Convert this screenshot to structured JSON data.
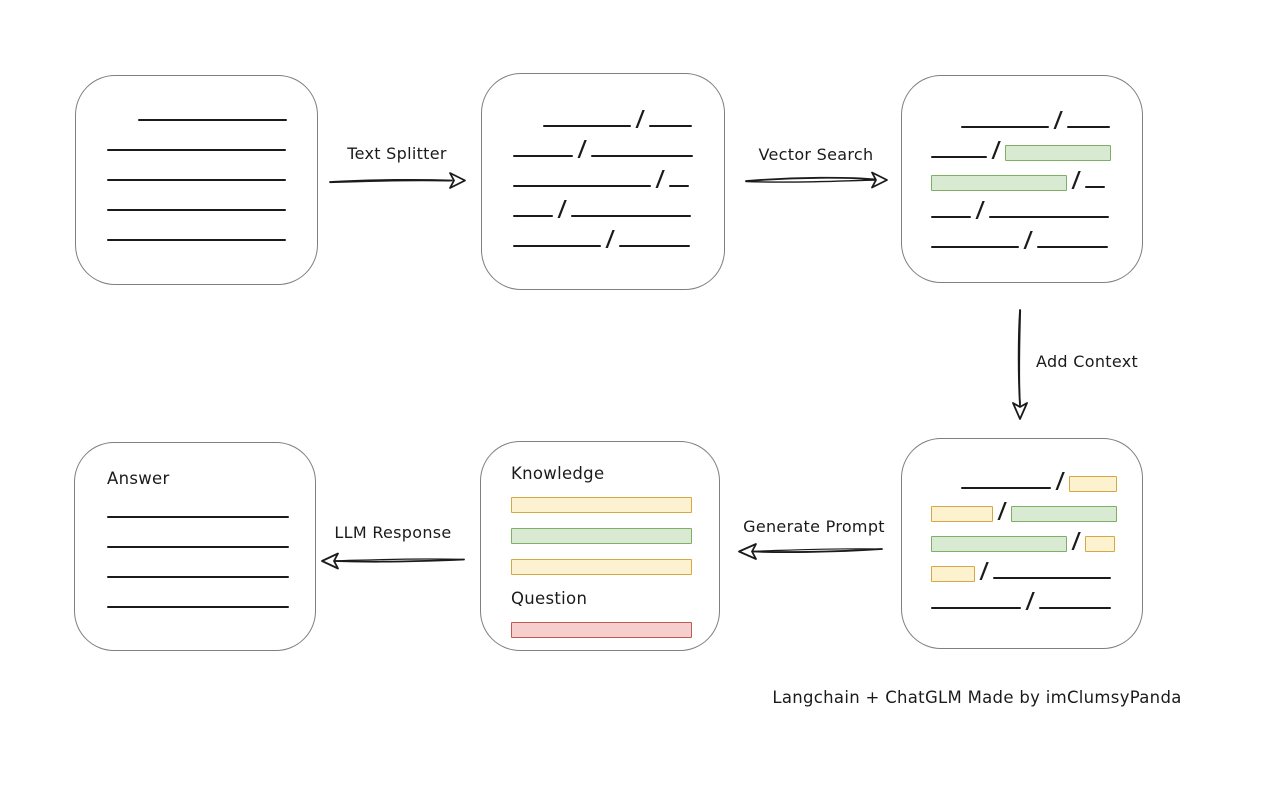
{
  "colors": {
    "canvas-bg": "#ffffff",
    "box-border": "#7f7f7f",
    "stroke": "#1b1b1b",
    "green-fill": "#d9ead3",
    "green-stroke": "#7fae65",
    "yellow-fill": "#fcf2cf",
    "yellow-stroke": "#d6a844",
    "red-fill": "#f6cfcd",
    "red-stroke": "#bb5b57"
  },
  "arrows": {
    "text_splitter": {
      "label": "Text Splitter",
      "direction": "right"
    },
    "vector_search": {
      "label": "Vector Search",
      "direction": "right"
    },
    "add_context": {
      "label": "Add Context",
      "direction": "down"
    },
    "generate_prompt": {
      "label": "Generate Prompt",
      "direction": "left"
    },
    "llm_response": {
      "label": "LLM Response",
      "direction": "left"
    }
  },
  "footer": {
    "credit": "Langchain + ChatGLM Made by imClumsyPanda"
  },
  "boxes": {
    "document": {
      "rows": [
        {
          "items": [
            {
              "k": "gap",
              "w": 31
            },
            {
              "k": "line",
              "w": 149
            }
          ]
        },
        {
          "items": [
            {
              "k": "line",
              "w": 179
            }
          ]
        },
        {
          "items": [
            {
              "k": "line",
              "w": 179
            }
          ]
        },
        {
          "items": [
            {
              "k": "line",
              "w": 179
            }
          ]
        },
        {
          "items": [
            {
              "k": "line",
              "w": 179
            }
          ]
        }
      ]
    },
    "split_text": {
      "rows": [
        {
          "items": [
            {
              "k": "gap",
              "w": 30
            },
            {
              "k": "line",
              "w": 88
            },
            {
              "k": "slash"
            },
            {
              "k": "line",
              "w": 43
            }
          ]
        },
        {
          "items": [
            {
              "k": "line",
              "w": 60
            },
            {
              "k": "slash"
            },
            {
              "k": "line",
              "w": 102
            }
          ]
        },
        {
          "items": [
            {
              "k": "line",
              "w": 138
            },
            {
              "k": "slash"
            },
            {
              "k": "line",
              "w": 20
            }
          ]
        },
        {
          "items": [
            {
              "k": "line",
              "w": 40
            },
            {
              "k": "slash"
            },
            {
              "k": "line",
              "w": 120
            }
          ]
        },
        {
          "items": [
            {
              "k": "line",
              "w": 88
            },
            {
              "k": "slash"
            },
            {
              "k": "line",
              "w": 71
            }
          ]
        }
      ]
    },
    "vector_matches": {
      "rows": [
        {
          "items": [
            {
              "k": "gap",
              "w": 30
            },
            {
              "k": "line",
              "w": 88
            },
            {
              "k": "slash"
            },
            {
              "k": "line",
              "w": 43
            }
          ]
        },
        {
          "items": [
            {
              "k": "line",
              "w": 56
            },
            {
              "k": "slash"
            },
            {
              "k": "rect",
              "c": "green",
              "w": 104
            }
          ]
        },
        {
          "items": [
            {
              "k": "rect",
              "c": "green",
              "w": 134
            },
            {
              "k": "slash"
            },
            {
              "k": "line",
              "w": 20
            }
          ]
        },
        {
          "items": [
            {
              "k": "line",
              "w": 40
            },
            {
              "k": "slash"
            },
            {
              "k": "line",
              "w": 120
            }
          ]
        },
        {
          "items": [
            {
              "k": "line",
              "w": 88
            },
            {
              "k": "slash"
            },
            {
              "k": "line",
              "w": 71
            }
          ]
        }
      ]
    },
    "context": {
      "rows": [
        {
          "items": [
            {
              "k": "gap",
              "w": 30
            },
            {
              "k": "line",
              "w": 90
            },
            {
              "k": "slash"
            },
            {
              "k": "rect",
              "c": "yellow",
              "w": 46
            }
          ]
        },
        {
          "items": [
            {
              "k": "rect",
              "c": "yellow",
              "w": 60
            },
            {
              "k": "slash"
            },
            {
              "k": "rect",
              "c": "green",
              "w": 104
            }
          ]
        },
        {
          "items": [
            {
              "k": "rect",
              "c": "green",
              "w": 134
            },
            {
              "k": "slash"
            },
            {
              "k": "rect",
              "c": "yellow",
              "w": 28
            }
          ]
        },
        {
          "items": [
            {
              "k": "rect",
              "c": "yellow",
              "w": 42
            },
            {
              "k": "slash"
            },
            {
              "k": "line",
              "w": 118
            }
          ]
        },
        {
          "items": [
            {
              "k": "line",
              "w": 90
            },
            {
              "k": "slash"
            },
            {
              "k": "line",
              "w": 72
            }
          ]
        }
      ]
    },
    "prompt": {
      "rows": [
        {
          "h": 24,
          "items": [
            {
              "k": "text",
              "v": "Knowledge"
            }
          ]
        },
        {
          "h": 31,
          "items": [
            {
              "k": "rect",
              "c": "yellow",
              "w": 179
            }
          ]
        },
        {
          "h": 31,
          "items": [
            {
              "k": "rect",
              "c": "green",
              "w": 179
            }
          ]
        },
        {
          "h": 31,
          "items": [
            {
              "k": "rect",
              "c": "yellow",
              "w": 179
            }
          ]
        },
        {
          "h": 32,
          "items": [
            {
              "k": "text",
              "v": "Question"
            }
          ]
        },
        {
          "h": 31,
          "items": [
            {
              "k": "rect",
              "c": "red",
              "w": 179
            }
          ]
        }
      ]
    },
    "answer": {
      "rows": [
        {
          "h": 26,
          "items": [
            {
              "k": "text",
              "v": "Answer"
            }
          ]
        },
        {
          "h": 34,
          "items": [
            {
              "k": "line",
              "w": 182
            }
          ]
        },
        {
          "h": 30,
          "items": [
            {
              "k": "line",
              "w": 182
            }
          ]
        },
        {
          "h": 30,
          "items": [
            {
              "k": "line",
              "w": 182
            }
          ]
        },
        {
          "h": 30,
          "items": [
            {
              "k": "line",
              "w": 182
            }
          ]
        }
      ]
    }
  }
}
